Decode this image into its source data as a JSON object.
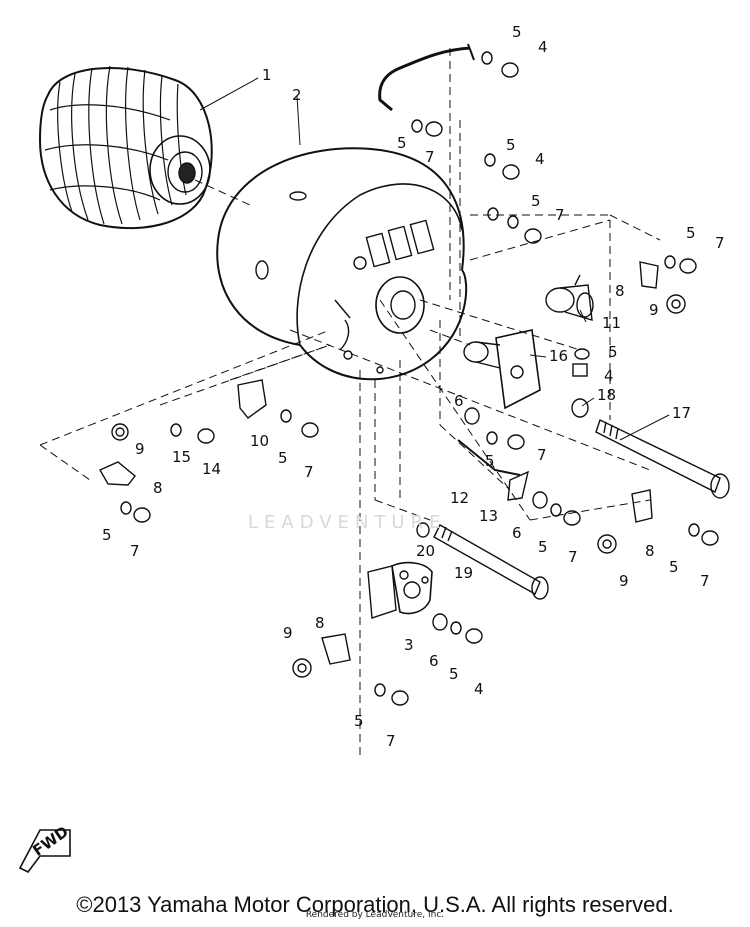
{
  "copyright": "©2013 Yamaha Motor Corporation, U.S.A. All rights reserved.",
  "rendered_by": "Rendered by LeadVenture, Inc.",
  "watermark": "LEADVENTURE",
  "fwd_label": "FWD",
  "callouts": [
    "1",
    "2",
    "3",
    "4",
    "5",
    "6",
    "7",
    "8",
    "9",
    "10",
    "11",
    "12",
    "13",
    "14",
    "15",
    "16",
    "17",
    "18",
    "19",
    "20"
  ]
}
